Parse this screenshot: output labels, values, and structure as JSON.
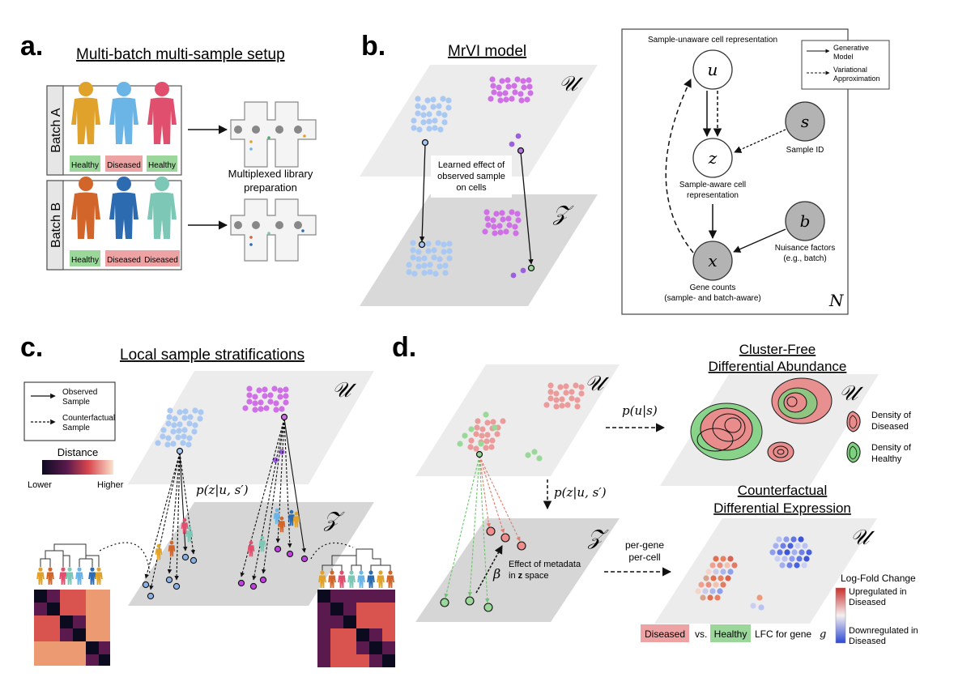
{
  "panels": {
    "a": {
      "letter": "a.",
      "title": "Multi-batch multi-sample setup",
      "batch_a": "Batch A",
      "batch_b": "Batch B",
      "labels_a": [
        "Healthy",
        "Diseased",
        "Healthy"
      ],
      "labels_b": [
        "Healthy",
        "Diseased",
        "Diseased"
      ],
      "colors_a": [
        "#e0a22a",
        "#6ab5e6",
        "#e0506e"
      ],
      "colors_b": [
        "#d2652a",
        "#2d6bb0",
        "#7cc7b5"
      ],
      "mux_line1": "Multiplexed library",
      "mux_line2": "preparation"
    },
    "b": {
      "letter": "b.",
      "title": "MrVI model",
      "u_sym": "𝒰",
      "z_sym": "𝒵",
      "effect_line1": "Learned effect of",
      "effect_line2": "observed sample",
      "effect_line3": "on cells",
      "graph": {
        "top_label": "Sample-unaware cell representation",
        "node_u": "u",
        "node_z": "z",
        "node_s": "s",
        "node_b": "b",
        "node_x": "x",
        "z_label1": "Sample-aware cell",
        "z_label2": "representation",
        "s_label": "Sample ID",
        "b_label1": "Nuisance factors",
        "b_label2": "(e.g., batch)",
        "x_label1": "Gene counts",
        "x_label2": "(sample- and batch-aware)",
        "plate": "N",
        "legend_gen1": "Generative",
        "legend_gen2": "Model",
        "legend_var1": "Variational",
        "legend_var2": "Approximation"
      }
    },
    "c": {
      "letter": "c.",
      "title": "Local sample stratifications",
      "legend_obs1": "Observed",
      "legend_obs2": "Sample",
      "legend_cf1": "Counterfactual",
      "legend_cf2": "Sample",
      "distance": "Distance",
      "lower": "Lower",
      "higher": "Higher",
      "formula": "p(z|u, s′)",
      "u_sym": "𝒰",
      "z_sym": "𝒵"
    },
    "d": {
      "letter": "d.",
      "formula_u": "p(u|s)",
      "formula_z": "p(z|u, s′)",
      "beta": "β",
      "effect_line1": "Effect of metadata",
      "effect_line2_pre": "in ",
      "effect_line2_bold": "z",
      "effect_line2_post": " space",
      "u_sym": "𝒰",
      "z_sym": "𝒵",
      "cfda_title1": "Cluster-Free",
      "cfda_title2": "Differential Abundance",
      "dens_dis1": "Density of",
      "dens_dis2": "Diseased",
      "dens_hea1": "Density of",
      "dens_hea2": "Healthy",
      "cfde_title1": "Counterfactual",
      "cfde_title2": "Differential Expression",
      "pergene1": "per-gene",
      "pergene2": "per-cell",
      "lfc_title": "Log-Fold Change",
      "up1": "Upregulated in",
      "up2": "Diseased",
      "down1": "Downregulated in",
      "down2": "Diseased",
      "diseased": "Diseased",
      "vs": "vs.",
      "healthy": "Healthy",
      "lfc_gene": "LFC for gene",
      "gene_sym": "g"
    }
  },
  "colors": {
    "healthy_bg": "#9bd69b",
    "diseased_bg": "#eda3a3",
    "plane": "#ececec",
    "plane_dark": "#d4d4d4",
    "blue_cells": "#a9c8f2",
    "purple_cells": "#d070e6",
    "red_cells": "#ec9b9b",
    "green_cells": "#9ad89a"
  }
}
